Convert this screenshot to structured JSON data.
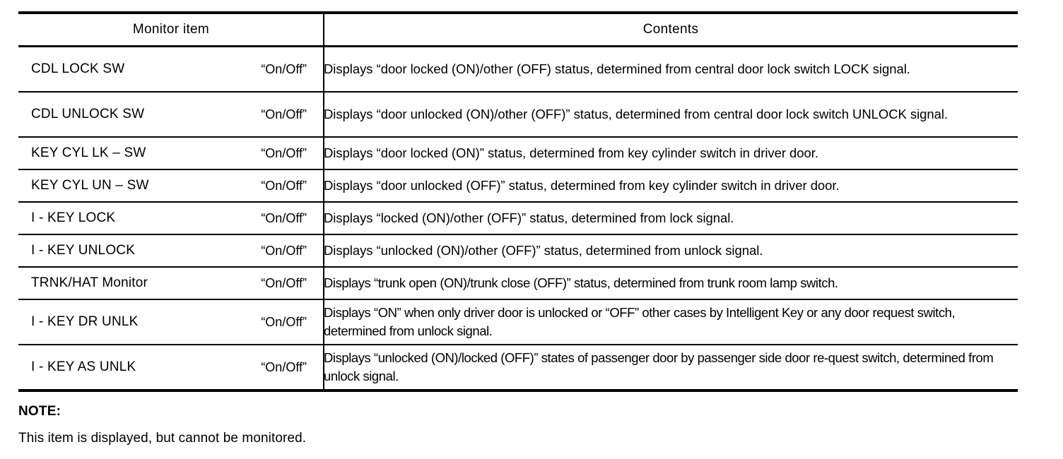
{
  "table": {
    "headers": {
      "monitor_item": "Monitor item",
      "contents": "Contents"
    },
    "rows": [
      {
        "item": "CDL LOCK SW",
        "value": "“On/Off”",
        "contents": "Displays “door locked (ON)/other (OFF) status, determined from central door lock switch LOCK signal.",
        "height": "tall"
      },
      {
        "item": "CDL UNLOCK SW",
        "value": "“On/Off”",
        "contents": "Displays “door unlocked (ON)/other (OFF)” status, determined from central door lock switch UNLOCK signal.",
        "height": "tall"
      },
      {
        "item": "KEY CYL LK – SW",
        "value": "“On/Off”",
        "contents": "Displays “door locked (ON)” status, determined from key cylinder switch in driver door.",
        "height": "short"
      },
      {
        "item": "KEY CYL UN – SW",
        "value": "“On/Off”",
        "contents": "Displays “door unlocked (OFF)” status, determined from key cylinder switch in driver door.",
        "height": "short"
      },
      {
        "item": "I - KEY LOCK",
        "value": "“On/Off”",
        "contents": "Displays “locked (ON)/other (OFF)” status, determined from lock signal.",
        "height": "short"
      },
      {
        "item": "I - KEY UNLOCK",
        "value": "“On/Off”",
        "contents": "Displays “unlocked (ON)/other (OFF)” status, determined from unlock signal.",
        "height": "short"
      },
      {
        "item": "TRNK/HAT Monitor",
        "value": "“On/Off”",
        "contents": "Displays “trunk open (ON)/trunk close (OFF)” status, determined from trunk room lamp switch.",
        "height": "short"
      },
      {
        "item": "I - KEY DR UNLK",
        "value": "“On/Off”",
        "contents": "Displays “ON” when only driver door is unlocked or “OFF” other cases by Intelligent Key or any door request switch, determined from unlock signal.",
        "height": "tall"
      },
      {
        "item": "I - KEY AS UNLK",
        "value": "“On/Off”",
        "contents": "Displays “unlocked (ON)/locked (OFF)” states of passenger door by passenger side door re-quest switch, determined from unlock signal.",
        "height": "tall"
      }
    ]
  },
  "note": {
    "title": "NOTE:",
    "text": "This item is displayed, but cannot be monitored."
  },
  "colors": {
    "text": "#000000",
    "background": "#ffffff",
    "rule": "#000000"
  }
}
